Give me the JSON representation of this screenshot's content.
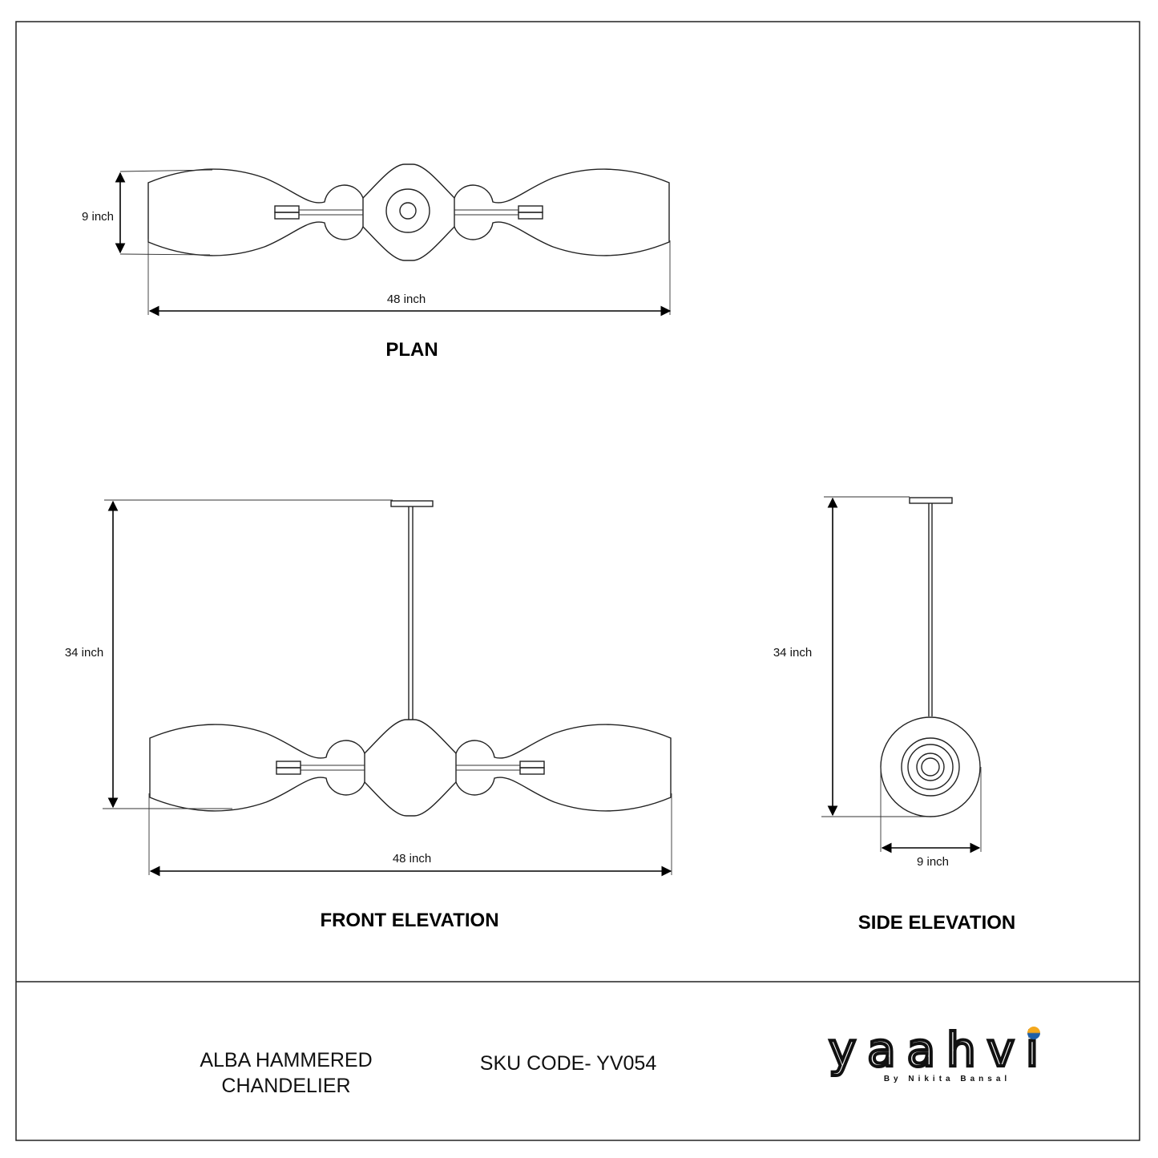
{
  "views": {
    "plan": {
      "title": "PLAN",
      "height_label": "9 inch",
      "width_label": "48 inch"
    },
    "front": {
      "title": "FRONT ELEVATION",
      "height_label": "34 inch",
      "width_label": "48 inch"
    },
    "side": {
      "title": "SIDE ELEVATION",
      "height_label": "34 inch",
      "width_label": "9 inch"
    }
  },
  "footer": {
    "product_line1": "ALBA HAMMERED",
    "product_line2": "CHANDELIER",
    "sku": "SKU CODE- YV054",
    "logo": {
      "wordmark": "yaahvi",
      "tagline": "By Nikita Bansal",
      "accent_colors": [
        "#f4a81d",
        "#1f5fa8"
      ]
    }
  }
}
